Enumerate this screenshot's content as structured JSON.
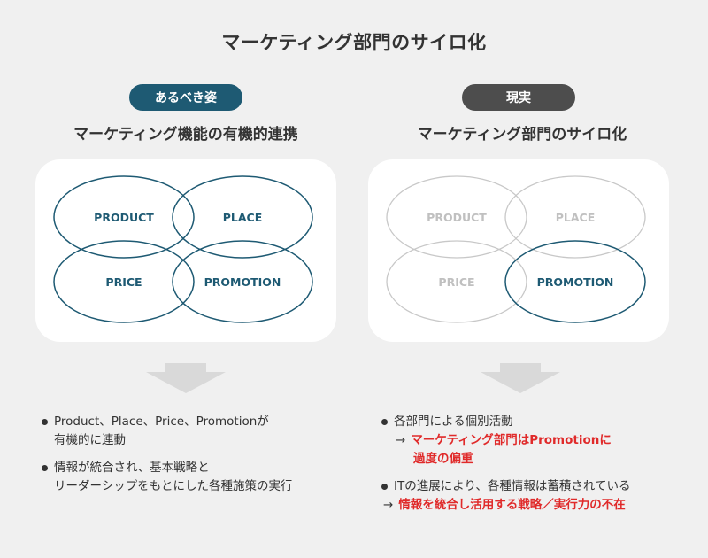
{
  "title": "マーケティング部門のサイロ化",
  "colors": {
    "accent": "#1e5a73",
    "muted_pill": "#4d4d4d",
    "inactive": "#c8c8c8",
    "highlight": "#e02a2a"
  },
  "left": {
    "badge": "あるべき姿",
    "heading": "マーケティング機能の有機的連携",
    "labels": {
      "product": "PRODUCT",
      "place": "PLACE",
      "price": "PRICE",
      "promotion": "PROMOTION"
    },
    "bullets": [
      {
        "line1": "Product、Place、Price、Promotionが",
        "line2": "有機的に連動"
      },
      {
        "line1": "情報が統合され、基本戦略と",
        "line2": "リーダーシップをもとにした各種施策の実行"
      }
    ]
  },
  "right": {
    "badge": "現実",
    "heading": "マーケティング部門のサイロ化",
    "labels": {
      "product": "PRODUCT",
      "place": "PLACE",
      "price": "PRICE",
      "promotion": "PROMOTION"
    },
    "bullets": [
      {
        "text": "各部門による個別活動",
        "arrow": "→",
        "highlight1": "マーケティング部門はPromotionに",
        "highlight2": "過度の偏重"
      },
      {
        "text": "ITの進展により、各種情報は蓄積されている",
        "arrow": "→",
        "highlight1": "情報を統合し活用する戦略／実行力の不在"
      }
    ]
  }
}
